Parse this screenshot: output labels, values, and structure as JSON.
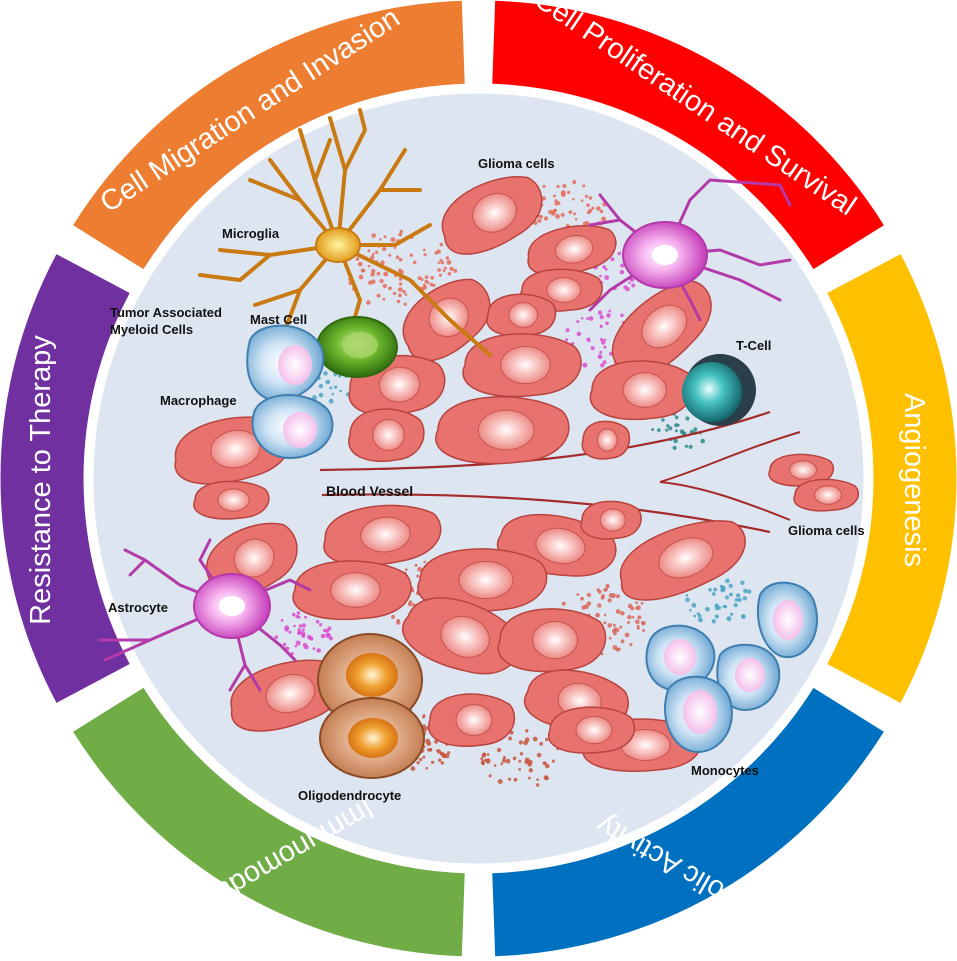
{
  "ring_segments": [
    {
      "key": "proliferation",
      "label": "Cell Proliferation and Survival",
      "color": "#ff0000"
    },
    {
      "key": "angiogenesis",
      "label": "Angiogenesis",
      "color": "#ffc000"
    },
    {
      "key": "metabolic",
      "label": "Metabolic Activity",
      "color": "#0070c0"
    },
    {
      "key": "immunomodulation",
      "label": "Immunomodulation",
      "color": "#70ad47"
    },
    {
      "key": "resistance",
      "label": "Resistance to Therapy",
      "color": "#7030a0"
    },
    {
      "key": "migration",
      "label": "Cell Migration and Invasion",
      "color": "#ed7d31"
    }
  ],
  "cell_labels": {
    "glioma_top": "Glioma cells",
    "microglia": "Microglia",
    "tam_line1": "Tumor Associated",
    "tam_line2": "Myeloid Cells",
    "mast_cell": "Mast Cell",
    "macrophage": "Macrophage",
    "t_cell": "T-Cell",
    "blood_vessel": "Blood Vessel",
    "glioma_right": "Glioma cells",
    "astrocyte": "Astrocyte",
    "oligodendrocyte": "Oligodendrocyte",
    "monocytes": "Monocytes"
  },
  "colors": {
    "background_disc": "#dde6f0",
    "glioma_cell": "#e8726d",
    "glioma_edge": "#b8433f",
    "vessel_line": "#a52a2a",
    "microglia": "#e39a1c",
    "astrocyte": "#d94bd0",
    "mast_cell": "#4a9a1a",
    "macrophage": "#7fb2d9",
    "t_cell": "#2aa6a6",
    "oligodendrocyte": "#d78a55",
    "monocyte": "#8ec3e8"
  }
}
